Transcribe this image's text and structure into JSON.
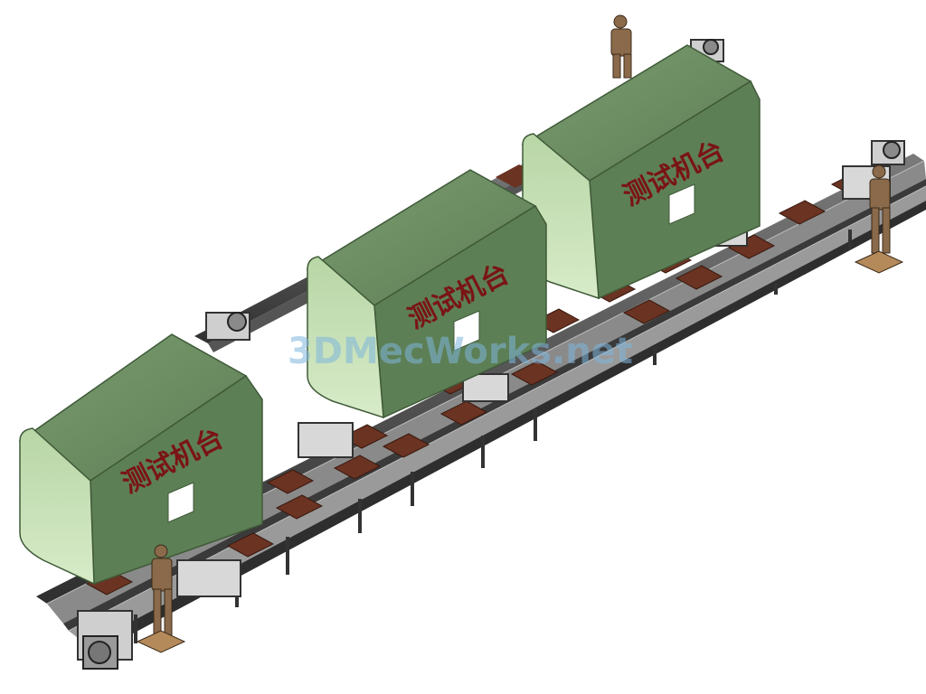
{
  "machines": [
    {
      "label": "测试机台"
    },
    {
      "label": "测试机台"
    },
    {
      "label": "测试机台"
    }
  ],
  "watermark": "3DMecWorks.net",
  "colors": {
    "enclosure_front": "#cfe4c0",
    "enclosure_top": "#6b8c60",
    "enclosure_side": "#587a4f",
    "label": "#7a1414",
    "conveyor_rail": "#3d3d3d",
    "tray": "#6b3322",
    "worker": "#8a6a4a",
    "watermark": "#7fb6dd"
  }
}
